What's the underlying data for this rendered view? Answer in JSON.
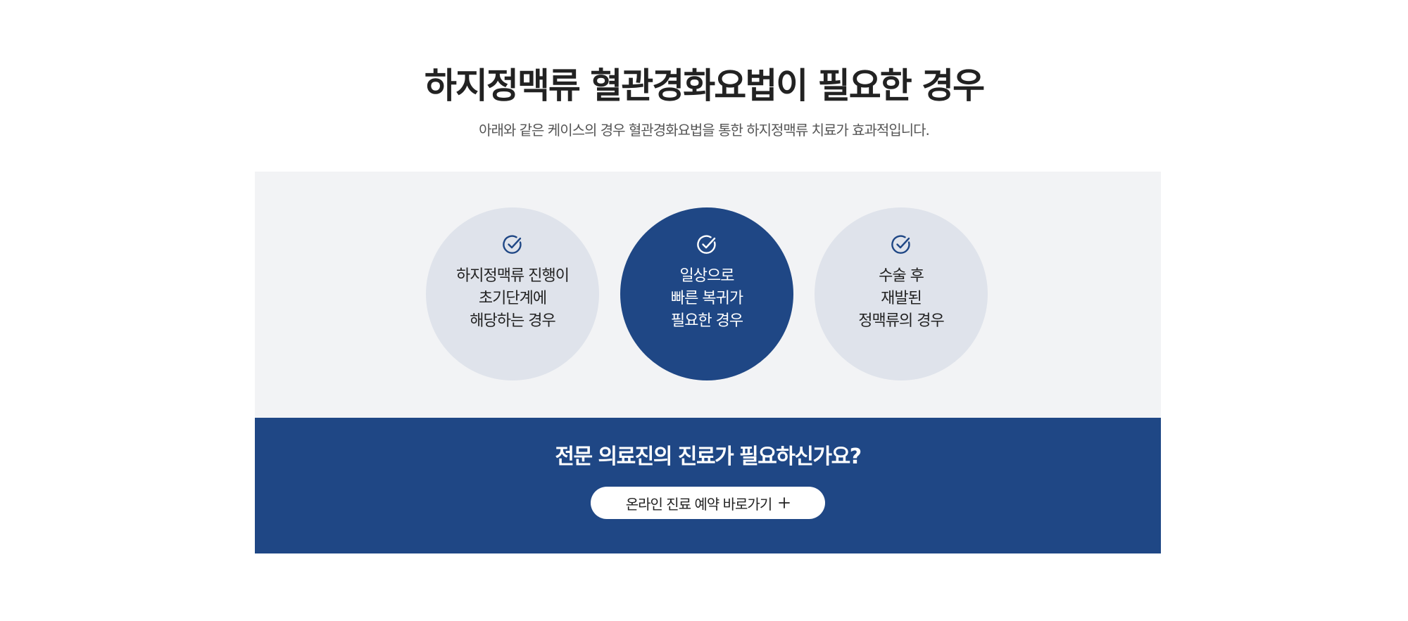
{
  "header": {
    "title": "하지정맥류 혈관경화요법이 필요한 경우",
    "subtitle": "아래와 같은 케이스의 경우 혈관경화요법을 통한 하지정맥류 치료가 효과적입니다."
  },
  "cases": [
    {
      "icon": "check-circle-icon",
      "text": "하지정맥류 진행이\n초기단계에\n해당하는 경우",
      "highlighted": false
    },
    {
      "icon": "check-circle-icon",
      "text": "일상으로\n빠른 복귀가\n필요한 경우",
      "highlighted": true
    },
    {
      "icon": "check-circle-icon",
      "text": "수술 후\n재발된\n정맥류의 경우",
      "highlighted": false
    }
  ],
  "cta": {
    "heading": "전문 의료진의 진료가 필요하신가요?",
    "button_label": "온라인 진료 예약 바로가기",
    "button_icon": "plus-icon"
  },
  "colors": {
    "primary": "#1f4785",
    "circle_light": "#dfe3eb",
    "panel_bg": "#f2f3f5",
    "title_text": "#222222",
    "subtitle_text": "#555555"
  }
}
